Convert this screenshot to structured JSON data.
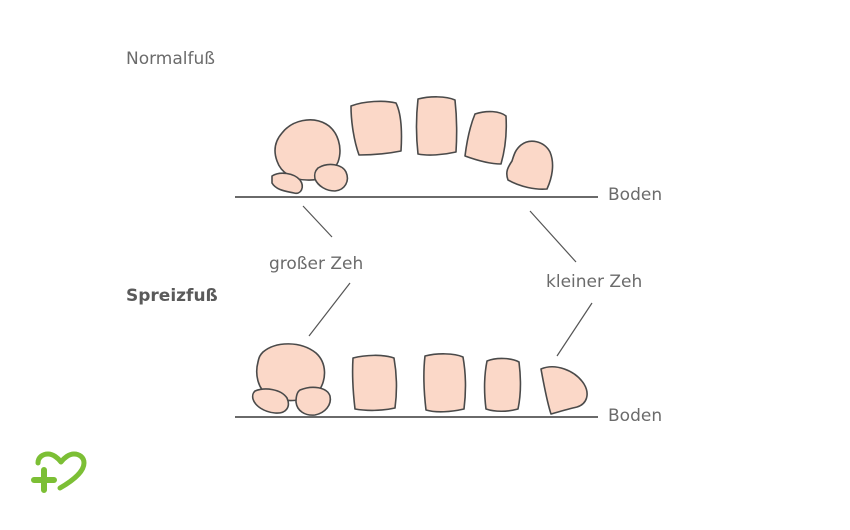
{
  "labels": {
    "normal": "Normalfuß",
    "spread": "Spreizfuß",
    "ground_top": "Boden",
    "ground_bottom": "Boden",
    "big_toe": "großer Zeh",
    "little_toe": "kleiner Zeh"
  },
  "logo": {
    "icon": "heart-with-cross-icon",
    "color": "#7cbf35"
  },
  "colors": {
    "bone_fill": "#fbd8c8",
    "outline": "#4a4a4a",
    "line": "#555555",
    "text": "#6b6b6b"
  }
}
